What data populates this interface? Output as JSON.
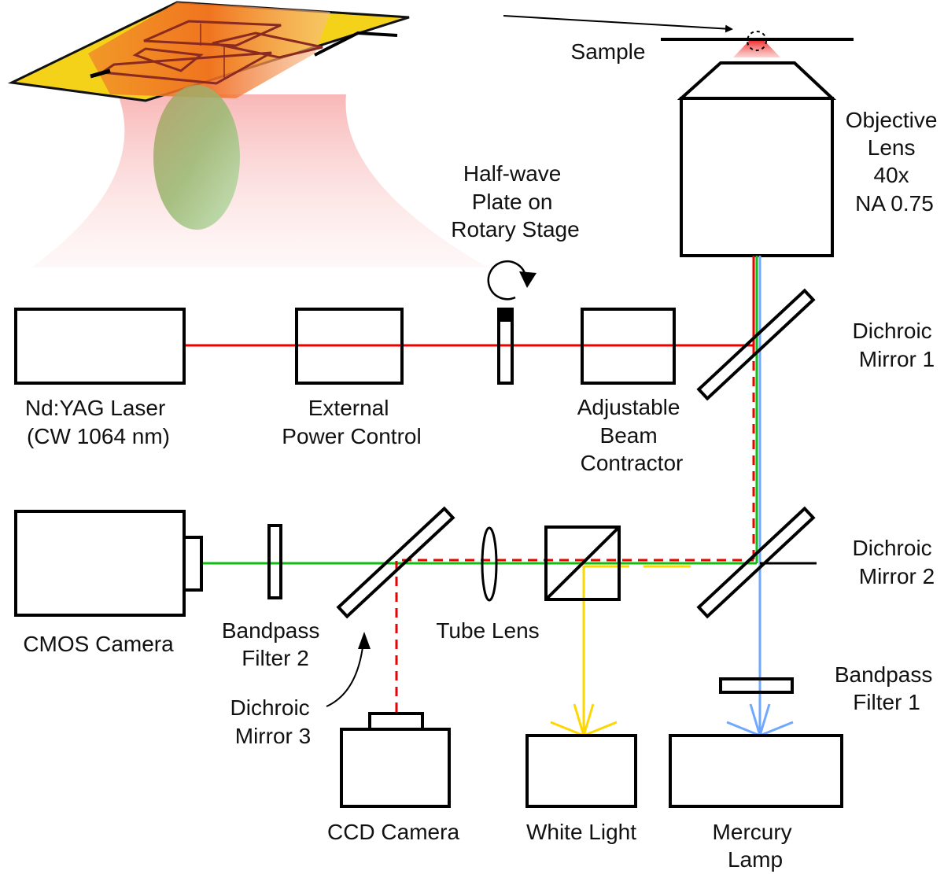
{
  "labels": {
    "sample": "Sample",
    "objective": [
      "Objective",
      "Lens",
      "40x",
      "NA 0.75"
    ],
    "half_wave": [
      "Half-wave",
      "Plate on",
      "Rotary Stage"
    ],
    "laser": [
      "Nd:YAG Laser",
      "(CW 1064 nm)"
    ],
    "power": [
      "External",
      "Power Control"
    ],
    "contractor": [
      "Adjustable",
      "Beam",
      "Contractor"
    ],
    "dm1": [
      "Dichroic",
      "Mirror 1"
    ],
    "dm2": [
      "Dichroic",
      "Mirror 2"
    ],
    "dm3": [
      "Dichroic",
      "Mirror 3"
    ],
    "cmos": "CMOS Camera",
    "bp2": [
      "Bandpass",
      "Filter 2"
    ],
    "tube": "Tube Lens",
    "bp1": [
      "Bandpass",
      "Filter 1"
    ],
    "ccd": "CCD Camera",
    "white": "White Light",
    "mercury": [
      "Mercury",
      "Lamp"
    ]
  },
  "colors": {
    "laser_beam": "#ee0000",
    "fluorescence": "#11bb11",
    "white_light": "#ffd700",
    "mercury_light": "#6fa8ff",
    "sample_plate": "#f5d21a",
    "trapped_particle": "#7dbb5a"
  }
}
